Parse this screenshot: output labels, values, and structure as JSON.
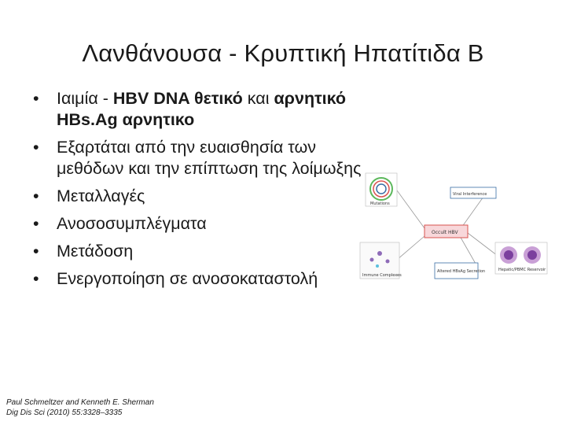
{
  "slide": {
    "title": "Λανθάνουσα - Κρυπτική Ηπατίτιδα B",
    "bullets": [
      {
        "prefix": "Ιαιμία - ",
        "bold1": "HBV DNA θετικό",
        "mid": " και ",
        "bold2": "αρνητικό HBs.Ag αρνητικο"
      },
      {
        "text": "Εξαρτάται από την ευαισθησία των μεθόδων και την επίπτωση της λοίμωξης"
      },
      {
        "text": " Μεταλλαγές"
      },
      {
        "text": "Ανοσοσυμπλέγματα"
      },
      {
        "text": "Μετάδοση"
      },
      {
        "text": "Ενεργοποίηση σε ανοσοκαταστολή"
      }
    ],
    "bullet_glyph": "•",
    "citation": {
      "line1": "Paul Schmeltzer and Kenneth E. Sherman",
      "line2": "Dig Dis Sci (2010) 55:3328–3335"
    },
    "diagram": {
      "center_label": "Occult HBV",
      "nodes": [
        "Viral Interference",
        "Mutations",
        "Immune Complexes",
        "Altered HBsAg Secretion",
        "Hepatic/PBMC Reservoir"
      ],
      "accent": "#d9534f",
      "box_color": "#3a6ea5"
    }
  }
}
